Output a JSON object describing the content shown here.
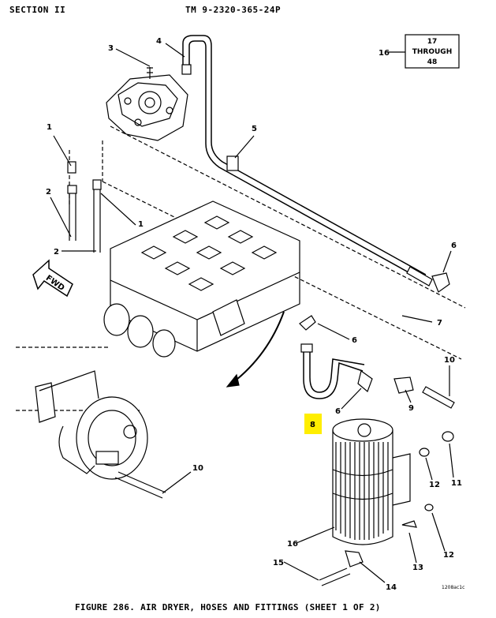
{
  "header": {
    "section": "SECTION II",
    "tm": "TM 9-2320-365-24P"
  },
  "caption": "FIGURE 286.  AIR DRYER, HOSES AND FITTINGS (SHEET 1 OF 2)",
  "range_box": {
    "line1": "17",
    "line2": "THROUGH",
    "line3": "48",
    "callout": "16"
  },
  "fwd_label": "FWD",
  "drawing_code": "1208ac1c",
  "callouts": [
    "1",
    "2",
    "3",
    "4",
    "5",
    "1",
    "2",
    "6",
    "7",
    "6",
    "8",
    "6",
    "9",
    "10",
    "11",
    "12",
    "12",
    "13",
    "14",
    "15",
    "16",
    "10"
  ],
  "highlight_color": "#ffee00"
}
